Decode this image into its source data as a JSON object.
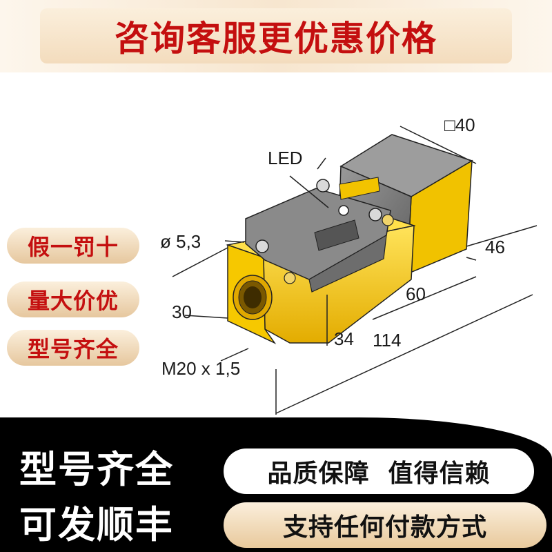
{
  "banner": {
    "title": "咨询客服更优惠价格"
  },
  "diagram": {
    "led_label": "LED",
    "square_40": "□40",
    "dia": "ø 5,3",
    "d46": "46",
    "d60": "60",
    "d30": "30",
    "d34": "34",
    "d114": "114",
    "thread": "M20 x 1,5"
  },
  "badges": [
    "假一罚十",
    "量大价优",
    "型号齐全"
  ],
  "bottom": {
    "left_line1": "型号齐全",
    "left_line2": "可发顺丰",
    "pill1": "品质保障  值得信赖",
    "pill2": "支持任何付款方式"
  },
  "colors": {
    "accent_red": "#c40f0f",
    "sensor_yellow": "#f5c400",
    "sensor_gray": "#7a7a7a"
  }
}
